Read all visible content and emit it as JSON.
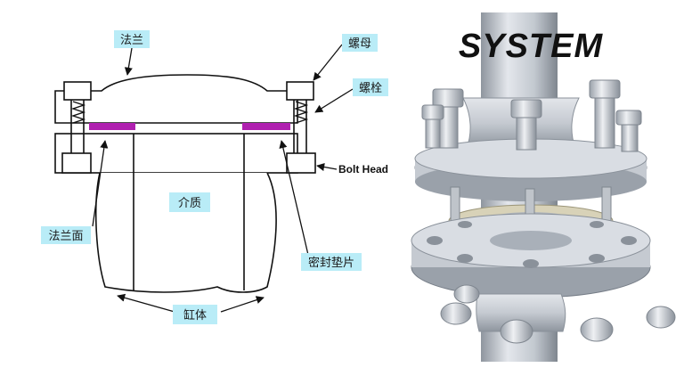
{
  "diagram": {
    "labels": {
      "flange": "法兰",
      "nut": "螺母",
      "bolt": "螺栓",
      "bolt_head": "Bolt Head",
      "medium": "介质",
      "flange_face": "法兰面",
      "gasket": "密封垫片",
      "cylinder": "缸体"
    },
    "colors": {
      "label_box": "#b9ecf7",
      "gasket": "#b020b0",
      "line": "#111111"
    }
  },
  "photo": {
    "title": "SYSTEM",
    "colors": {
      "metal_light": "#d9dde3",
      "metal_mid": "#a9b0b9",
      "metal_dark": "#767d87",
      "gasket": "#d8d2b8"
    }
  }
}
